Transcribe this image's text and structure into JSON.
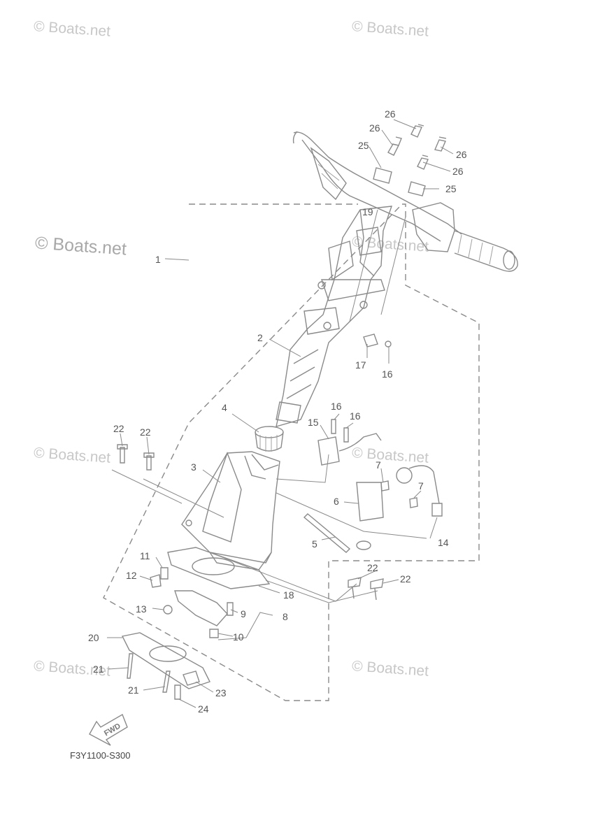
{
  "watermark": "© Boats.net",
  "diagram_code": "F3Y1100-S300",
  "fwd_label": "FWD",
  "callouts": {
    "c26a": "26",
    "c26b": "26",
    "c26c": "26",
    "c26d": "26",
    "c25a": "25",
    "c25b": "25",
    "c19": "19",
    "c1": "1",
    "c2": "2",
    "c17": "17",
    "c16a": "16",
    "c16b": "16",
    "c16c": "16",
    "c15": "15",
    "c4": "4",
    "c22a": "22",
    "c22b": "22",
    "c22c": "22",
    "c22d": "22",
    "c3": "3",
    "c7a": "7",
    "c7b": "7",
    "c6": "6",
    "c5": "5",
    "c14": "14",
    "c11": "11",
    "c12": "12",
    "c18": "18",
    "c13": "13",
    "c9": "9",
    "c8": "8",
    "c10": "10",
    "c20": "20",
    "c21a": "21",
    "c21b": "21",
    "c23": "23",
    "c24": "24"
  }
}
